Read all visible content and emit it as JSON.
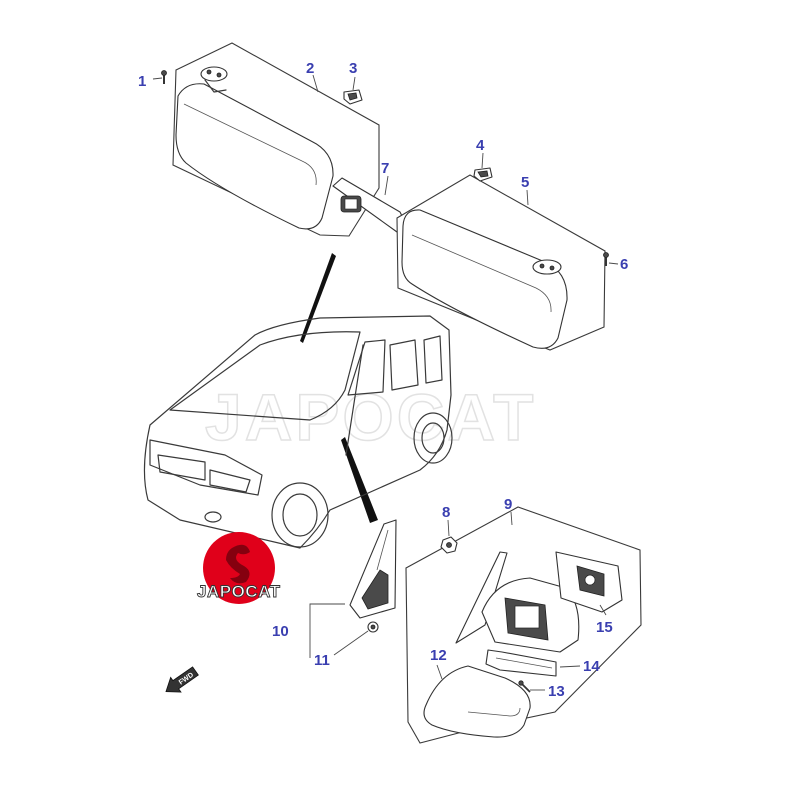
{
  "diagram": {
    "title": "Sun visor and outside rear view mirror",
    "watermark": "JAPOCAT",
    "logo_text": "JAPOCAT",
    "fwd_marker": "FWD",
    "callouts": {
      "c1": "1",
      "c2": "2",
      "c3": "3",
      "c4": "4",
      "c5": "5",
      "c6": "6",
      "c7": "7",
      "c8": "8",
      "c9": "9",
      "c10": "10",
      "c11": "11",
      "c12": "12",
      "c13": "13",
      "c14": "14",
      "c15": "15"
    },
    "colors": {
      "callout": "#3a3fb0",
      "logo": "#e0001a",
      "line": "#3a3a3a"
    }
  }
}
